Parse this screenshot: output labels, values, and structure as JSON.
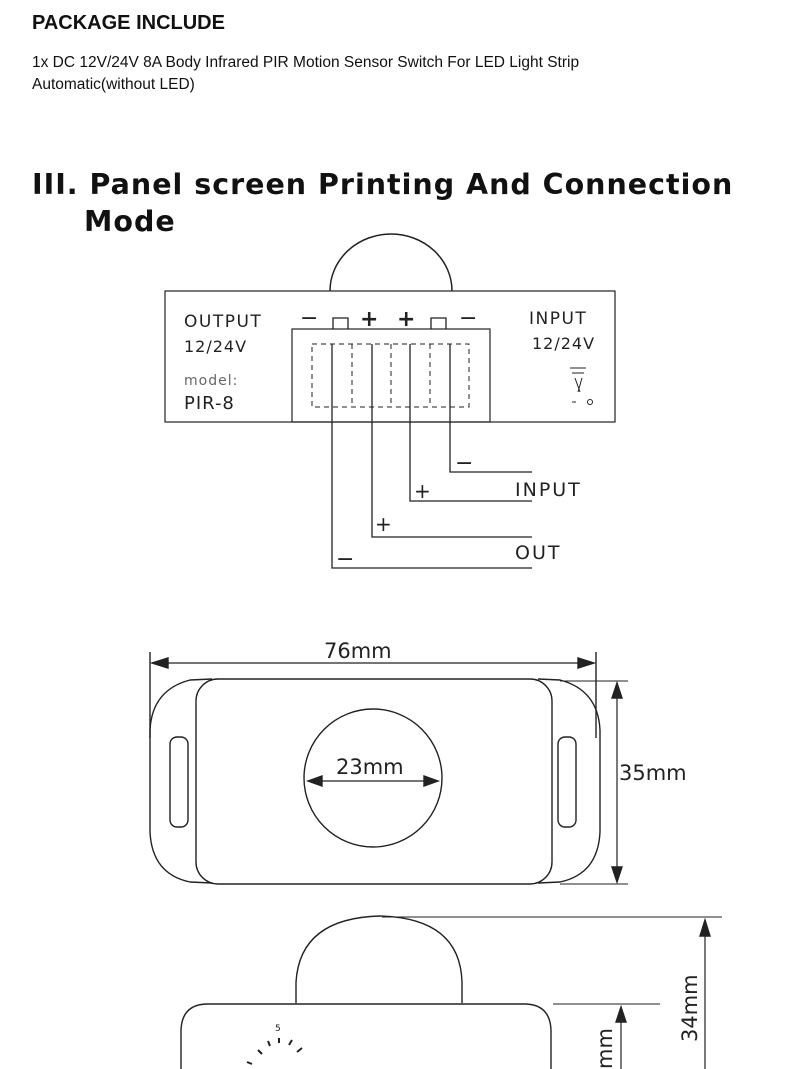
{
  "package": {
    "title": "PACKAGE INCLUDE",
    "description": "1x DC 12V/24V 8A Body Infrared PIR Motion Sensor Switch For LED Light Strip Automatic(without LED)"
  },
  "section": {
    "title_line1": "III. Panel screen Printing And Connection",
    "title_line2": "Mode"
  },
  "panel": {
    "output_label": "OUTPUT",
    "output_voltage": "12/24V",
    "model_label": "model:",
    "model_value": "PIR-8",
    "input_label": "INPUT",
    "input_voltage": "12/24V",
    "terminal_signs": [
      "−",
      "+",
      "+",
      "−"
    ]
  },
  "wiring": {
    "input_label": "INPUT",
    "out_label": "OUT",
    "input_minus": "−",
    "input_plus": "+",
    "out_plus": "+",
    "out_minus": "−"
  },
  "dimensions": {
    "width": "76mm",
    "lens_diameter": "23mm",
    "height": "35mm",
    "depth": "34mm",
    "depth_partial": "mm",
    "knob_mark": "5"
  }
}
